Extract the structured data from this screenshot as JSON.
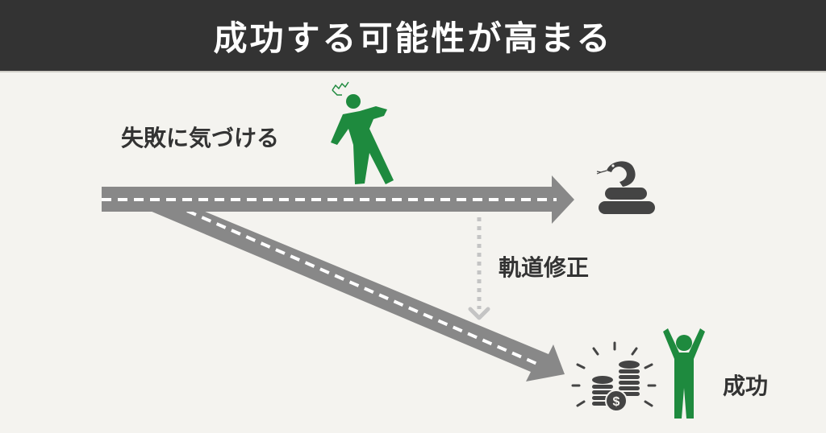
{
  "header": {
    "title": "成功する可能性が高まる"
  },
  "labels": {
    "notice_failure": "失敗に気づける",
    "course_correction": "軌道修正",
    "success": "成功"
  },
  "icons": {
    "stumbling_person": "stumbling-person-icon",
    "snake": "snake-icon",
    "coins": "coins-icon",
    "celebrating_person": "celebrating-person-icon"
  },
  "colors": {
    "header_bg": "#333333",
    "background": "#f4f3ef",
    "road": "#888888",
    "accent_green": "#1e8a3e",
    "dark_icon": "#444444",
    "dotted_arrow": "#c4c4c4"
  }
}
